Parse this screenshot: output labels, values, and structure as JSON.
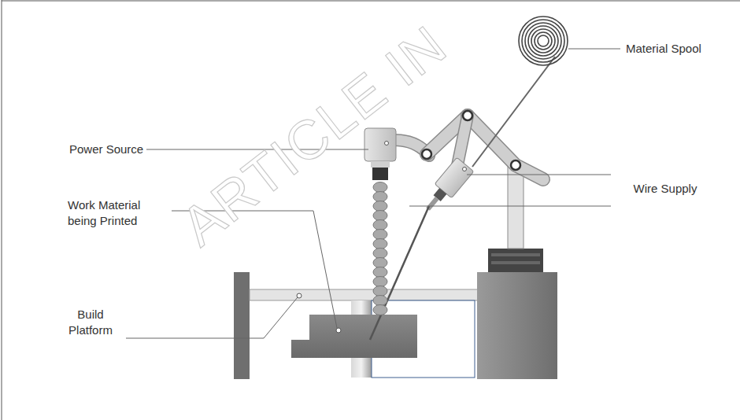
{
  "diagram": {
    "labels": [
      "Material Spool",
      "Power Source",
      "Work Material being Printed",
      "Wire Supply",
      "Build Platform",
      "ARTICLE IN"
    ]
  }
}
